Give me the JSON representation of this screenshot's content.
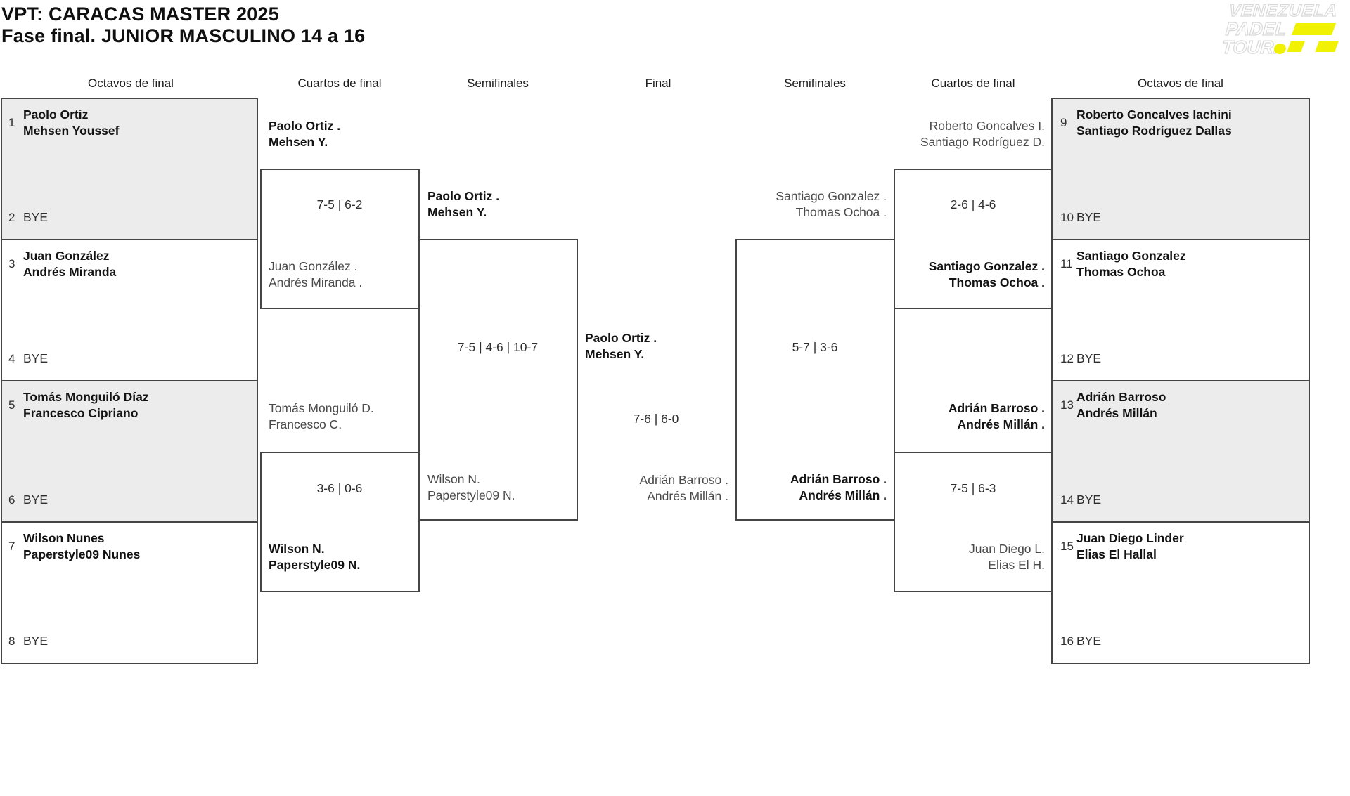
{
  "title": {
    "line1": "VPT: CARACAS MASTER 2025",
    "line2": "Fase final. JUNIOR MASCULINO 14 a 16"
  },
  "logo": {
    "line1": "VENEZUELA",
    "line2": "PADEL",
    "line3": "TOUR."
  },
  "round_headers": [
    "Octavos de final",
    "Cuartos de final",
    "Semifinales",
    "Final",
    "Semifinales",
    "Cuartos de final",
    "Octavos de final"
  ],
  "octavos_left": [
    {
      "seed_top": "1",
      "team_top": [
        "Paolo Ortiz",
        "Mehsen Youssef"
      ],
      "seed_bottom": "2",
      "bye": "BYE"
    },
    {
      "seed_top": "3",
      "team_top": [
        "Juan González",
        "Andrés Miranda"
      ],
      "seed_bottom": "4",
      "bye": "BYE"
    },
    {
      "seed_top": "5",
      "team_top": [
        "Tomás Monguiló Díaz",
        "Francesco Cipriano"
      ],
      "seed_bottom": "6",
      "bye": "BYE"
    },
    {
      "seed_top": "7",
      "team_top": [
        "Wilson Nunes",
        "Paperstyle09 Nunes"
      ],
      "seed_bottom": "8",
      "bye": "BYE"
    }
  ],
  "octavos_right": [
    {
      "seed_top": "9",
      "team_top": [
        "Roberto Goncalves Iachini",
        "Santiago Rodríguez Dallas"
      ],
      "seed_bottom": "10",
      "bye": "BYE"
    },
    {
      "seed_top": "11",
      "team_top": [
        "Santiago Gonzalez",
        "Thomas Ochoa"
      ],
      "seed_bottom": "12",
      "bye": "BYE"
    },
    {
      "seed_top": "13",
      "team_top": [
        "Adrián Barroso",
        "Andrés Millán"
      ],
      "seed_bottom": "14",
      "bye": "BYE"
    },
    {
      "seed_top": "15",
      "team_top": [
        "Juan Diego Linder",
        "Elias El Hallal"
      ],
      "seed_bottom": "16",
      "bye": "BYE"
    }
  ],
  "cuartos_left": [
    {
      "team_a": [
        "Paolo Ortiz .",
        "Mehsen Y."
      ],
      "team_a_winner": true,
      "score": "7-5 | 6-2",
      "team_b": [
        "Juan González .",
        "Andrés Miranda ."
      ],
      "team_b_winner": false
    },
    {
      "team_a": [
        "Tomás Monguiló D.",
        "Francesco C."
      ],
      "team_a_winner": false,
      "score": "3-6 | 0-6",
      "team_b": [
        "Wilson N.",
        "Paperstyle09 N."
      ],
      "team_b_winner": true
    }
  ],
  "semifinal_left": {
    "team_a": [
      "Paolo Ortiz .",
      "Mehsen Y."
    ],
    "team_a_winner": true,
    "score": "7-5 | 4-6 | 10-7",
    "team_b": [
      "Wilson N.",
      "Paperstyle09 N."
    ],
    "team_b_winner": false
  },
  "final": {
    "team_a": [
      "Paolo Ortiz .",
      "Mehsen Y."
    ],
    "team_a_winner": true,
    "score": "7-6 | 6-0",
    "team_b": [
      "Adrián Barroso .",
      "Andrés Millán ."
    ],
    "team_b_winner": false
  },
  "semifinal_right": {
    "team_a": [
      "Santiago Gonzalez .",
      "Thomas Ochoa ."
    ],
    "team_a_winner": false,
    "score": "5-7 | 3-6",
    "team_b": [
      "Adrián Barroso .",
      "Andrés Millán ."
    ],
    "team_b_winner": true
  },
  "cuartos_right": [
    {
      "team_a": [
        "Roberto Goncalves I.",
        "Santiago Rodríguez D."
      ],
      "team_a_winner": false,
      "score": "2-6 | 4-6",
      "team_b": [
        "Santiago Gonzalez .",
        "Thomas Ochoa ."
      ],
      "team_b_winner": true
    },
    {
      "team_a": [
        "Adrián Barroso .",
        "Andrés Millán ."
      ],
      "team_a_winner": true,
      "score": "7-5 | 6-3",
      "team_b": [
        "Juan Diego L.",
        "Elias El H."
      ],
      "team_b_winner": false
    }
  ],
  "colors": {
    "accent-yellow": "#f1f104",
    "box-border": "#454545",
    "shaded-box": "#ececec",
    "primary-text": "#131313",
    "muted-text": "#2e2e2e",
    "loser-text": "#4a4a4a"
  }
}
